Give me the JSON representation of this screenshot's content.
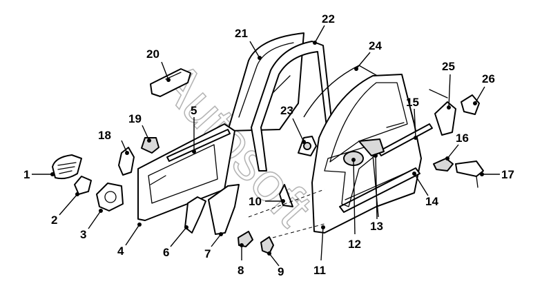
{
  "diagram": {
    "watermark": "Autosoft",
    "callouts": {
      "c1": "1",
      "c2": "2",
      "c3": "3",
      "c4": "4",
      "c5": "5",
      "c6": "6",
      "c7": "7",
      "c8": "8",
      "c9": "9",
      "c10": "10",
      "c11": "11",
      "c12": "12",
      "c13": "13",
      "c14": "14",
      "c15": "15",
      "c16": "16",
      "c17": "17",
      "c18": "18",
      "c19": "19",
      "c20": "20",
      "c21": "21",
      "c22": "22",
      "c23": "23",
      "c24": "24",
      "c25": "25",
      "c26": "26"
    }
  }
}
